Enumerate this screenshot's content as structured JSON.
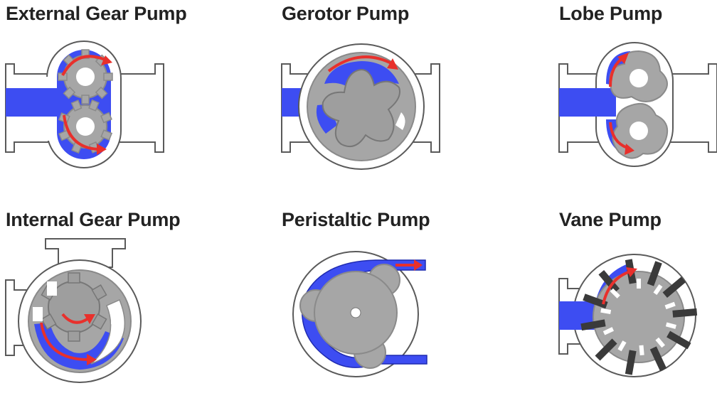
{
  "diagram": {
    "panels": [
      {
        "id": "external-gear",
        "title": "External Gear Pump"
      },
      {
        "id": "gerotor",
        "title": "Gerotor Pump"
      },
      {
        "id": "lobe",
        "title": "Lobe Pump"
      },
      {
        "id": "internal-gear",
        "title": "Internal Gear Pump"
      },
      {
        "id": "peristaltic",
        "title": "Peristaltic Pump"
      },
      {
        "id": "vane",
        "title": "Vane Pump"
      }
    ],
    "colors": {
      "fluid": "#3d4df2",
      "rotor": "#a6a6a6",
      "rotor_edge": "#8a8a8a",
      "housing_stroke": "#5a5a5a",
      "arrow": "#e8302c",
      "vane": "#3a3a3a"
    }
  }
}
